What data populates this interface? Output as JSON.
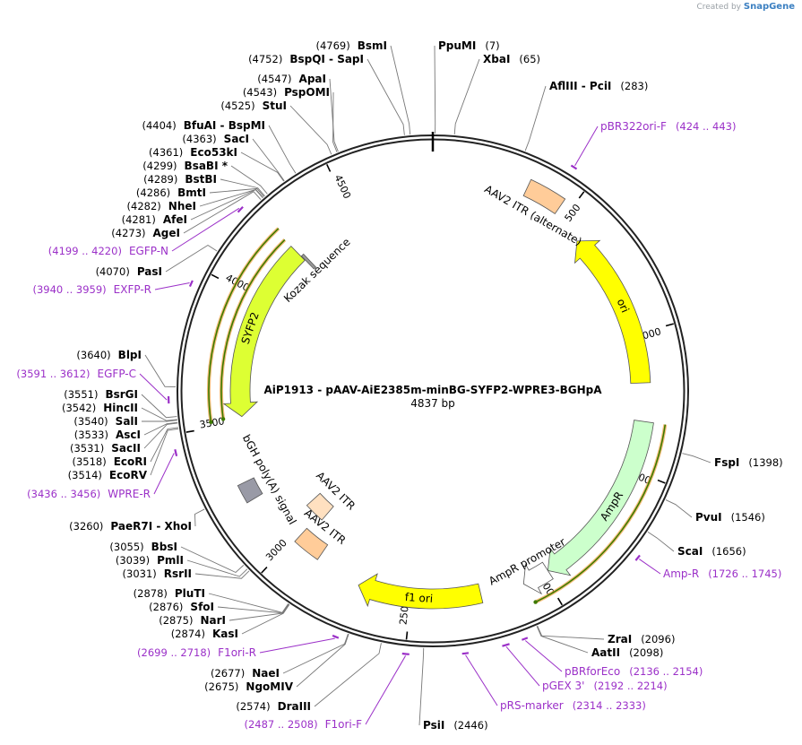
{
  "credit": {
    "prefix": "Created by",
    "brand": "SnapGene"
  },
  "plasmid": {
    "name": "AiP1913 - pAAV-AiE2385m-minBG-SYFP2-WPRE3-BGHpA",
    "length_label": "4837 bp",
    "length": 4837
  },
  "ticks": [
    {
      "pos": 500,
      "label": "500"
    },
    {
      "pos": 1000,
      "label": "1000"
    },
    {
      "pos": 1500,
      "label": "1500"
    },
    {
      "pos": 2000,
      "label": "2000"
    },
    {
      "pos": 2500,
      "label": "2500"
    },
    {
      "pos": 3000,
      "label": "3000"
    },
    {
      "pos": 3500,
      "label": "3500"
    },
    {
      "pos": 4000,
      "label": "4000"
    },
    {
      "pos": 4500,
      "label": "4500"
    }
  ],
  "features": [
    {
      "name": "ori",
      "label": "ori",
      "start": 590,
      "end": 1180,
      "strand": -1,
      "color": "#ffff00",
      "track": "inner1"
    },
    {
      "name": "aav2-itr-alternate",
      "label": "AAV2 ITR (alternate)",
      "start": 335,
      "end": 465,
      "strand": 0,
      "color": "#ffcc99",
      "track": "inner2"
    },
    {
      "name": "ampr",
      "label": "AmpR",
      "start": 1320,
      "end": 1980,
      "strand": 1,
      "color": "#ccffcc",
      "track": "inner1"
    },
    {
      "name": "ampr-promoter",
      "label": "AmpR promoter",
      "start": 1980,
      "end": 2080,
      "strand": 1,
      "color": "#ffffff",
      "track": "inner1"
    },
    {
      "name": "f1-ori",
      "label": "f1 ori",
      "start": 2240,
      "end": 2700,
      "strand": 1,
      "color": "#ffff00",
      "track": "inner1"
    },
    {
      "name": "aav2-itr-1",
      "label": "AAV2 ITR",
      "start": 2880,
      "end": 2990,
      "strand": 0,
      "color": "#ffcc99",
      "track": "inner1"
    },
    {
      "name": "aav2-itr-2",
      "label": "AAV2 ITR",
      "start": 2965,
      "end": 3060,
      "strand": 0,
      "color": "#ffe0c0",
      "track": "inner3"
    },
    {
      "name": "bgh-polya",
      "label": "bGH poly(A) signal",
      "start": 3210,
      "end": 3280,
      "strand": 0,
      "color": "#999aa6",
      "track": "inner1"
    },
    {
      "name": "syfp2",
      "label": "SYFP2",
      "start": 3525,
      "end": 4240,
      "strand": -1,
      "color": "#ddff33",
      "track": "inner1"
    },
    {
      "name": "kozak",
      "label": "Kozak sequence",
      "start": 4242,
      "end": 4254,
      "strand": 0,
      "color": "#999999",
      "track": "inner3"
    }
  ],
  "enzymes": [
    {
      "name": "BsmI",
      "pos_label": "(4769)",
      "pos": 4769
    },
    {
      "name": "PpuMI",
      "pos_label": "(7)",
      "pos": 7
    },
    {
      "name": "XbaI",
      "pos_label": "(65)",
      "pos": 65
    },
    {
      "name": "BspQI  -  SapI",
      "pos_label": "(4752)",
      "pos": 4752
    },
    {
      "name": "AflIII  -  PciI",
      "pos_label": "(283)",
      "pos": 283
    },
    {
      "name": "ApaI",
      "pos_label": "(4547)",
      "pos": 4547
    },
    {
      "name": "PspOMI",
      "pos_label": "(4543)",
      "pos": 4543
    },
    {
      "name": "StuI",
      "pos_label": "(4525)",
      "pos": 4525
    },
    {
      "name": "BfuAI  -  BspMI",
      "pos_label": "(4404)",
      "pos": 4404
    },
    {
      "name": "SacI",
      "pos_label": "(4363)",
      "pos": 4363
    },
    {
      "name": "Eco53kI",
      "pos_label": "(4361)",
      "pos": 4361
    },
    {
      "name": "BsaBI *",
      "pos_label": "(4299)",
      "pos": 4299
    },
    {
      "name": "BstBI",
      "pos_label": "(4289)",
      "pos": 4289
    },
    {
      "name": "BmtI",
      "pos_label": "(4286)",
      "pos": 4286
    },
    {
      "name": "NheI",
      "pos_label": "(4282)",
      "pos": 4282
    },
    {
      "name": "AfeI",
      "pos_label": "(4281)",
      "pos": 4281
    },
    {
      "name": "AgeI",
      "pos_label": "(4273)",
      "pos": 4273
    },
    {
      "name": "PasI",
      "pos_label": "(4070)",
      "pos": 4070
    },
    {
      "name": "BlpI",
      "pos_label": "(3640)",
      "pos": 3640
    },
    {
      "name": "BsrGI",
      "pos_label": "(3551)",
      "pos": 3551
    },
    {
      "name": "HincII",
      "pos_label": "(3542)",
      "pos": 3542
    },
    {
      "name": "SalI",
      "pos_label": "(3540)",
      "pos": 3540
    },
    {
      "name": "AscI",
      "pos_label": "(3533)",
      "pos": 3533
    },
    {
      "name": "SacII",
      "pos_label": "(3531)",
      "pos": 3531
    },
    {
      "name": "EcoRI",
      "pos_label": "(3518)",
      "pos": 3518
    },
    {
      "name": "EcoRV",
      "pos_label": "(3514)",
      "pos": 3514
    },
    {
      "name": "PaeR7I  -  XhoI",
      "pos_label": "(3260)",
      "pos": 3260
    },
    {
      "name": "BbsI",
      "pos_label": "(3055)",
      "pos": 3055
    },
    {
      "name": "PmlI",
      "pos_label": "(3039)",
      "pos": 3039
    },
    {
      "name": "RsrII",
      "pos_label": "(3031)",
      "pos": 3031
    },
    {
      "name": "PluTI",
      "pos_label": "(2878)",
      "pos": 2878
    },
    {
      "name": "SfoI",
      "pos_label": "(2876)",
      "pos": 2876
    },
    {
      "name": "NarI",
      "pos_label": "(2875)",
      "pos": 2875
    },
    {
      "name": "KasI",
      "pos_label": "(2874)",
      "pos": 2874
    },
    {
      "name": "NaeI",
      "pos_label": "(2677)",
      "pos": 2677
    },
    {
      "name": "NgoMIV",
      "pos_label": "(2675)",
      "pos": 2675
    },
    {
      "name": "DraIII",
      "pos_label": "(2574)",
      "pos": 2574
    },
    {
      "name": "PsiI",
      "pos_label": "(2446)",
      "pos": 2446
    },
    {
      "name": "ZraI",
      "pos_label": "(2096)",
      "pos": 2096
    },
    {
      "name": "AatII",
      "pos_label": "(2098)",
      "pos": 2098
    },
    {
      "name": "ScaI",
      "pos_label": "(1656)",
      "pos": 1656
    },
    {
      "name": "PvuI",
      "pos_label": "(1546)",
      "pos": 1546
    },
    {
      "name": "FspI",
      "pos_label": "(1398)",
      "pos": 1398
    }
  ],
  "primers": [
    {
      "name": "pBR322ori-F",
      "range_label": "(424 .. 443)",
      "start": 424,
      "end": 443
    },
    {
      "name": "EGFP-N",
      "range_label": "(4199 .. 4220)",
      "start": 4199,
      "end": 4220
    },
    {
      "name": "EXFP-R",
      "range_label": "(3940 .. 3959)",
      "start": 3940,
      "end": 3959
    },
    {
      "name": "EGFP-C",
      "range_label": "(3591 .. 3612)",
      "start": 3591,
      "end": 3612
    },
    {
      "name": "WPRE-R",
      "range_label": "(3436 .. 3456)",
      "start": 3436,
      "end": 3456
    },
    {
      "name": "Amp-R",
      "range_label": "(1726 .. 1745)",
      "start": 1726,
      "end": 1745
    },
    {
      "name": "pBRforEco",
      "range_label": "(2136 .. 2154)",
      "start": 2136,
      "end": 2154
    },
    {
      "name": "pGEX 3'",
      "range_label": "(2192 .. 2214)",
      "start": 2192,
      "end": 2214
    },
    {
      "name": "pRS-marker",
      "range_label": "(2314 .. 2333)",
      "start": 2314,
      "end": 2333
    },
    {
      "name": "F1ori-R",
      "range_label": "(2699 .. 2718)",
      "start": 2699,
      "end": 2718
    },
    {
      "name": "F1ori-F",
      "range_label": "(2487 .. 2508)",
      "start": 2487,
      "end": 2508
    }
  ],
  "colors": {
    "backbone": "#222222",
    "primer": "#9b30c8",
    "leader": "#777777",
    "orf_outline": "#3d7a00",
    "orf_highlight": "#f0a040"
  }
}
